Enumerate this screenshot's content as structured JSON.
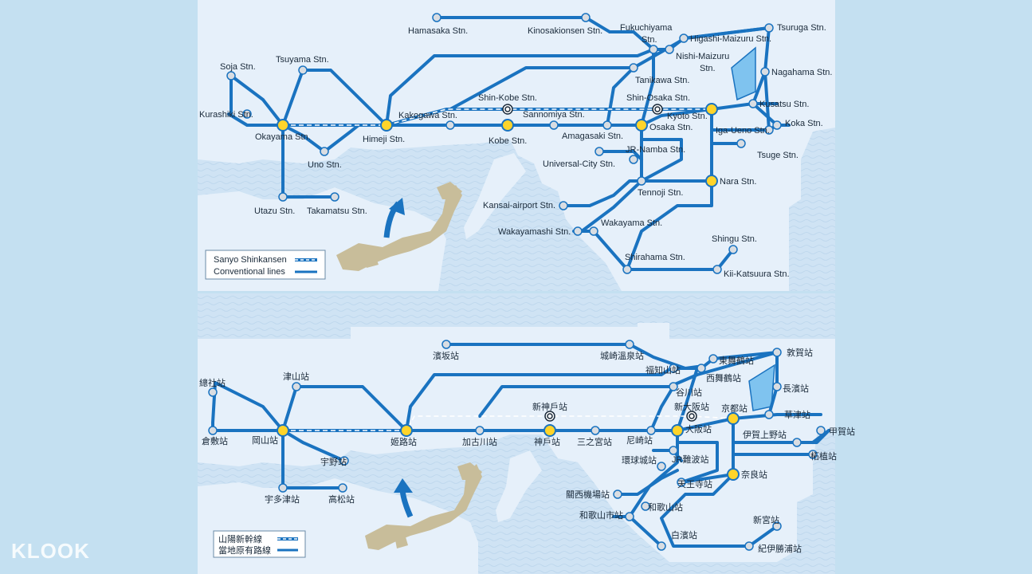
{
  "colors": {
    "background": "#c4e0f1",
    "sea": "#cfe3f4",
    "land": "#e6f0fa",
    "line": "#1a73c0",
    "station_fill": "#d9dde2",
    "hub_fill": "#ffd42a",
    "lake": "#7fc3ef",
    "shinkansen_dash": "#ffffff",
    "japan_land": "#c8bd9a",
    "arrow": "#1a73c0"
  },
  "watermark": "KLOOK",
  "maps": [
    {
      "id": "english",
      "legend": {
        "shinkansen": "Sanyo Shinkansen",
        "conventional": "Conventional lines"
      },
      "stations": {
        "hamasaka": "Hamasaka Stn.",
        "kinosaki": "Kinosakionsen Stn.",
        "fukuchiyama": "Fukuchiyama Stn.",
        "tsuruga": "Tsuruga Stn.",
        "higashi_maizuru": "Higashi-Maizuru Stn.",
        "nishi_maizuru": "Nishi-Maizuru Stn.",
        "nagahama": "Nagahama Stn.",
        "soja": "Soja Stn.",
        "tsuyama": "Tsuyama Stn.",
        "tanikawa": "Tanikawa Stn.",
        "kurashiki": "Kurashiki Stn.",
        "shin_kobe": "Shin-Kobe Stn.",
        "shin_osaka": "Shin-Osaka Stn.",
        "kusatsu": "Kusatsu Stn.",
        "kakogawa": "Kakogawa Stn.",
        "sannomiya": "Sannomiya Stn.",
        "kyoto": "Kyoto Stn.",
        "koka": "Koka Stn.",
        "okayama": "Okayama Stn.",
        "himeji": "Himeji Stn.",
        "kobe": "Kobe Stn.",
        "amagasaki": "Amagasaki Stn.",
        "osaka": "Osaka Stn.",
        "iga_ueno": "Iga-Ueno Stn.",
        "uno": "Uno Stn.",
        "jr_namba": "JR-Namba Stn.",
        "tsuge": "Tsuge Stn.",
        "universal_city": "Universal-City Stn.",
        "nara": "Nara Stn.",
        "tennoji": "Tennoji Stn.",
        "utazu": "Utazu Stn.",
        "takamatsu": "Takamatsu Stn.",
        "kansai_airport": "Kansai-airport Stn.",
        "wakayama": "Wakayama Stn.",
        "wakayamashi": "Wakayamashi Stn.",
        "shingu": "Shingu Stn.",
        "shirahama": "Shirahama Stn.",
        "kii_katsuura": "Kii-Katsuura Stn."
      }
    },
    {
      "id": "chinese",
      "legend": {
        "shinkansen": "山陽新幹線",
        "conventional": "當地原有路線"
      },
      "stations": {
        "hamasaka": "濱坂站",
        "kinosaki": "城崎溫泉站",
        "fukuchiyama": "福知山站",
        "tsuruga": "敦賀站",
        "higashi_maizuru": "東舞鶴站",
        "nishi_maizuru": "西舞鶴站",
        "nagahama": "長濱站",
        "soja": "總社站",
        "tsuyama": "津山站",
        "tanikawa": "谷川站",
        "kurashiki": "倉敷站",
        "shin_kobe": "新神戶站",
        "shin_osaka": "新大阪站",
        "kusatsu": "草津站",
        "kakogawa": "加古川站",
        "sannomiya": "三之宮站",
        "kyoto": "京都站",
        "koka": "甲賀站",
        "okayama": "岡山站",
        "himeji": "姬路站",
        "kobe": "神戶站",
        "amagasaki": "尼崎站",
        "osaka": "大阪站",
        "iga_ueno": "伊賀上野站",
        "uno": "宇野站",
        "jr_namba": "JR難波站",
        "tsuge": "柘植站",
        "universal_city": "環球城站",
        "nara": "奈良站",
        "tennoji": "天王寺站",
        "utazu": "宇多津站",
        "takamatsu": "高松站",
        "kansai_airport": "關西機場站",
        "wakayama": "和歌山站",
        "wakayamashi": "和歌山市站",
        "shingu": "新宮站",
        "shirahama": "白濱站",
        "kii_katsuura": "紀伊勝浦站"
      }
    }
  ]
}
